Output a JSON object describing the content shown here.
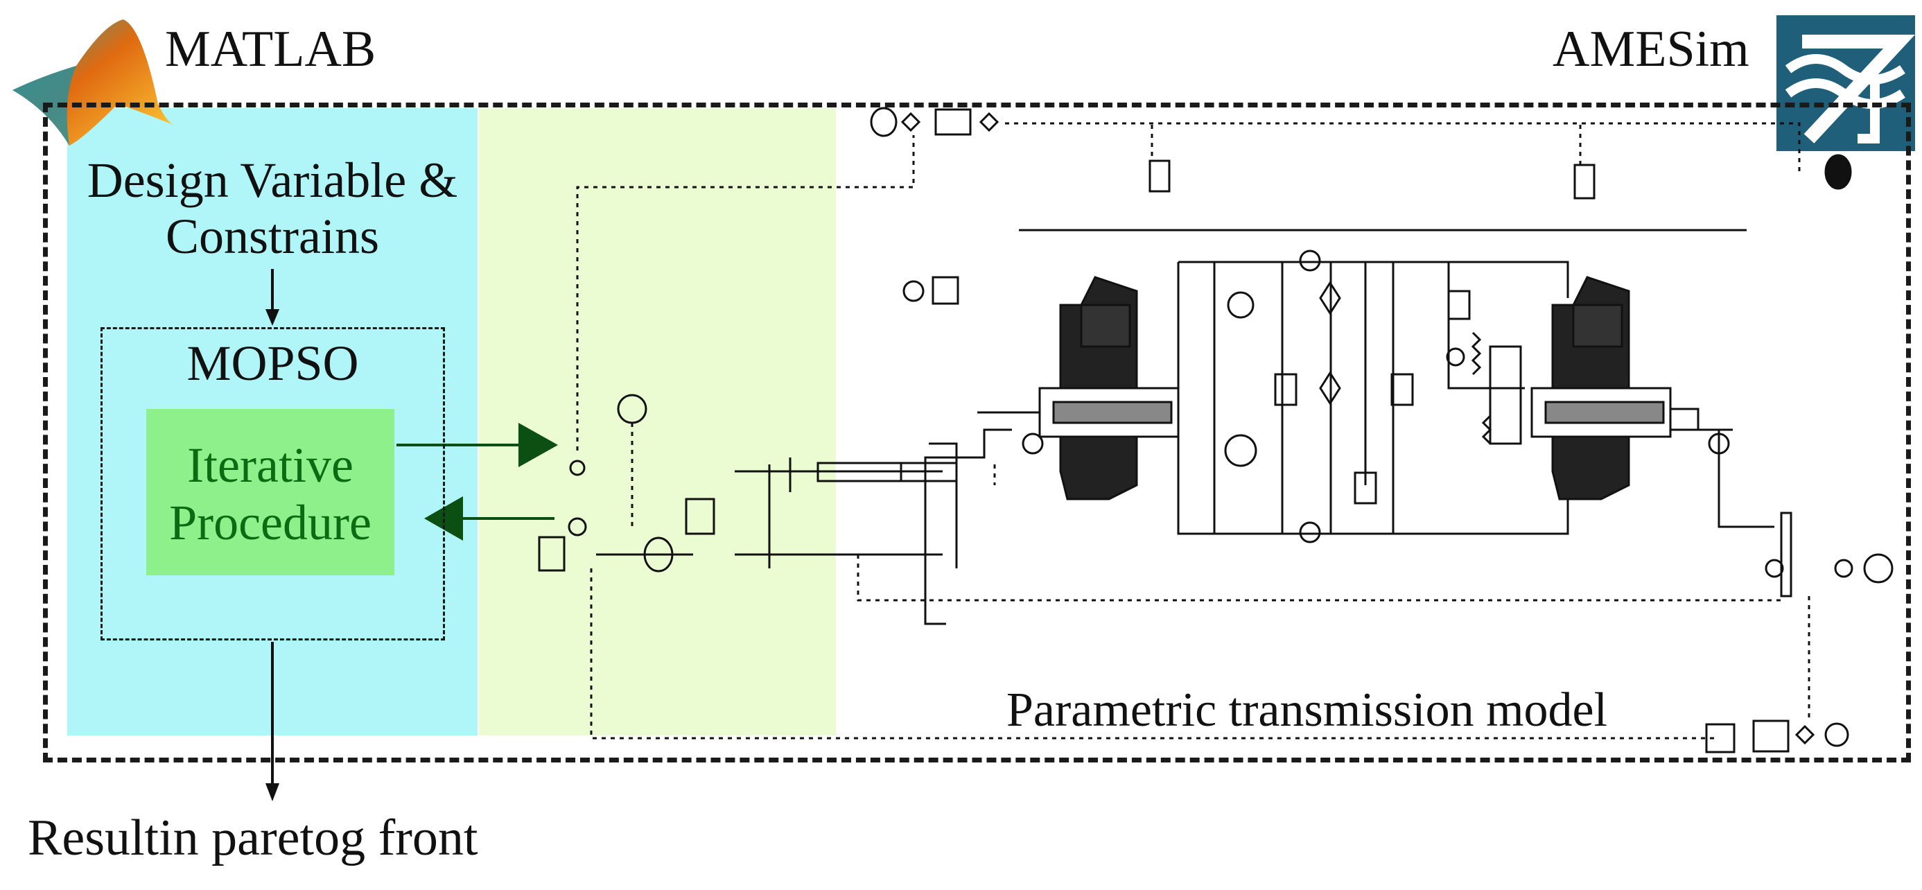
{
  "labels": {
    "matlab": "MATLAB",
    "amesim": "AMESim",
    "design_variable": "Design Variable & Constrains",
    "mopso": "MOPSO",
    "iterative_procedure": "Iterative Procedure",
    "result": "Resultin paretog front",
    "parametric_model": "Parametric transmission model"
  },
  "icons": {
    "matlab_logo": "matlab-membrane-logo",
    "amesim_logo": "amesim-logo"
  },
  "colors": {
    "matlab_zone": "#b0f6f8",
    "interface_zone": "#ebfbd2",
    "iterative_box": "#8ef08a",
    "iterative_text": "#0a6b12",
    "arrow_green": "#0b4f12",
    "amesim_logo_bg": "#1f5f7a"
  }
}
